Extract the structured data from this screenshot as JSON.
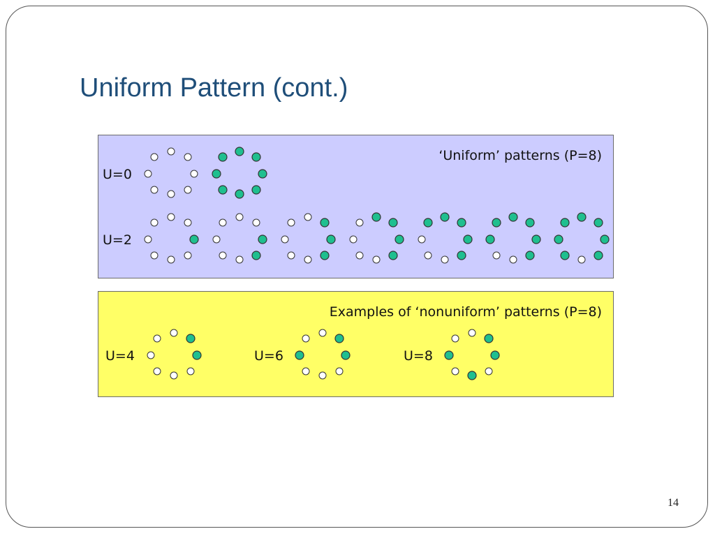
{
  "slide": {
    "title": "Uniform Pattern (cont.)",
    "page_number": "14"
  },
  "colors": {
    "title": "#1f4e79",
    "uniform_panel_bg": "#ccccff",
    "nonuniform_panel_bg": "#ffff66",
    "bit_one_fill": "#1fbf8f",
    "bit_zero_fill": "#ffffff",
    "bit_stroke": "#333333"
  },
  "uniform_panel": {
    "caption": "‘Uniform’ patterns (P=8)",
    "rows": [
      {
        "label": "U=0",
        "patterns": [
          [
            0,
            0,
            0,
            0,
            0,
            0,
            0,
            0
          ],
          [
            1,
            1,
            1,
            1,
            1,
            1,
            1,
            1
          ]
        ]
      },
      {
        "label": "U=2",
        "patterns": [
          [
            0,
            0,
            1,
            0,
            0,
            0,
            0,
            0
          ],
          [
            0,
            0,
            1,
            1,
            0,
            0,
            0,
            0
          ],
          [
            0,
            1,
            1,
            1,
            0,
            0,
            0,
            0
          ],
          [
            1,
            1,
            1,
            1,
            0,
            0,
            0,
            0
          ],
          [
            1,
            1,
            1,
            1,
            0,
            0,
            0,
            1
          ],
          [
            1,
            1,
            1,
            1,
            0,
            0,
            1,
            1
          ],
          [
            1,
            1,
            1,
            1,
            0,
            1,
            1,
            1
          ]
        ]
      }
    ]
  },
  "nonuniform_panel": {
    "caption": "Examples of ‘nonuniform’ patterns (P=8)",
    "examples": [
      {
        "label": "U=4",
        "pattern": [
          0,
          1,
          1,
          0,
          0,
          0,
          0,
          0
        ]
      },
      {
        "label": "U=6",
        "pattern": [
          0,
          1,
          1,
          0,
          0,
          0,
          1,
          0
        ]
      },
      {
        "label": "U=8",
        "pattern": [
          0,
          1,
          1,
          0,
          1,
          0,
          1,
          0
        ]
      }
    ]
  }
}
